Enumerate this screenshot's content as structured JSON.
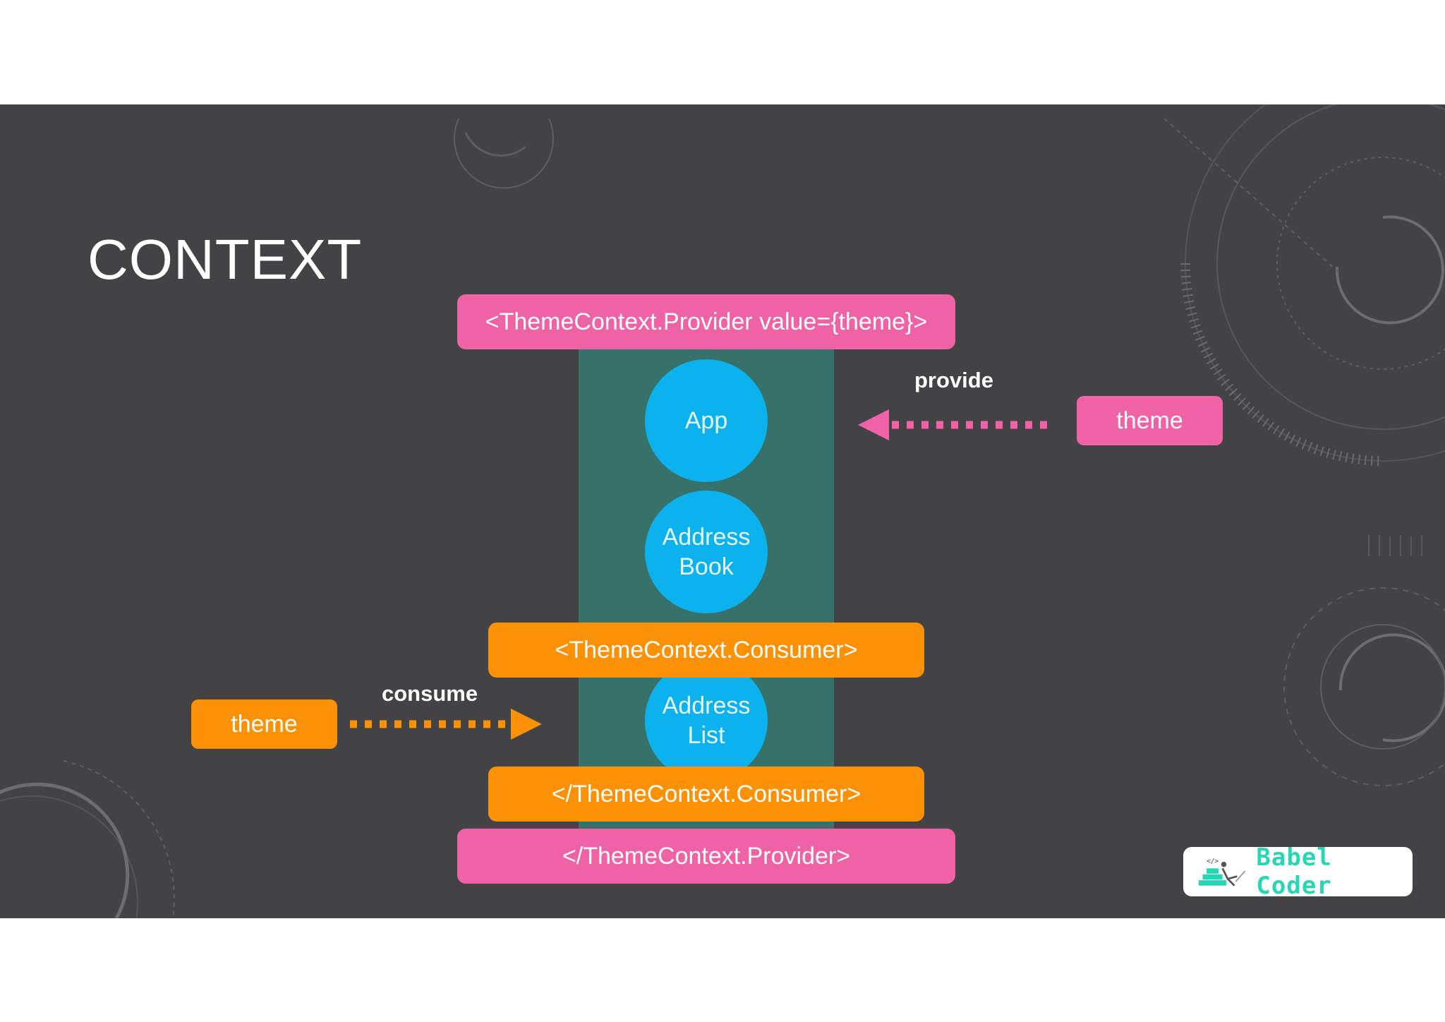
{
  "title": "CONTEXT",
  "provider_open": "<ThemeContext.Provider value={theme}>",
  "provider_close": "</ThemeContext.Provider>",
  "consumer_open": "<ThemeContext.Consumer>",
  "consumer_close": "</ThemeContext.Consumer>",
  "components": {
    "app": "App",
    "address_book": [
      "Address",
      "Book"
    ],
    "address_list": [
      "Address",
      "List"
    ]
  },
  "provide": {
    "label": "provide",
    "source": "theme"
  },
  "consume": {
    "label": "consume",
    "target": "theme"
  },
  "logo": {
    "text": "Babel Coder",
    "tag": "</>"
  },
  "colors": {
    "background": "#434245",
    "provider": "#ef62a6",
    "consumer": "#fb9106",
    "component": "#0bb2ee",
    "column": "#37726a",
    "logo": "#25d7b5"
  },
  "icons": [
    "provide-arrow-icon",
    "consume-arrow-icon",
    "babel-coder-logo-icon"
  ]
}
